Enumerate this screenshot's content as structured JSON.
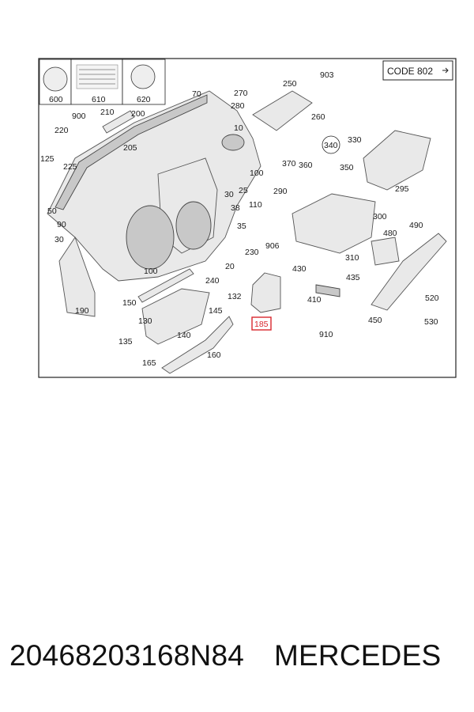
{
  "code_box": {
    "text": "CODE 802"
  },
  "labels": {
    "l600": "600",
    "l610": "610",
    "l620": "620",
    "l70": "70",
    "l270": "270",
    "l280": "280",
    "l250": "250",
    "l903": "903",
    "l260": "260",
    "l900": "900",
    "l210": "210",
    "l200": "200",
    "l220": "220",
    "l205": "205",
    "l125": "125",
    "l225": "225",
    "l10": "10",
    "l100a": "100",
    "l30a": "30",
    "l25": "25",
    "l110": "110",
    "l290": "290",
    "l370": "370",
    "l360": "360",
    "l340": "340",
    "l330": "330",
    "l350": "350",
    "l295": "295",
    "l50": "50",
    "l38": "38",
    "l300": "300",
    "l90": "90",
    "l35": "35",
    "l490": "490",
    "l30b": "30",
    "l906": "906",
    "l480": "480",
    "l230": "230",
    "l310": "310",
    "l100b": "100",
    "l20": "20",
    "l430": "430",
    "l240": "240",
    "l435": "435",
    "l150": "150",
    "l132": "132",
    "l410": "410",
    "l520": "520",
    "l190": "190",
    "l145": "145",
    "l185": "185",
    "l530": "530",
    "l130": "130",
    "l450": "450",
    "l140": "140",
    "l910": "910",
    "l135": "135",
    "l160": "160",
    "l165": "165"
  },
  "caption": {
    "part_number": "20468203168N84",
    "brand": "MERCEDES"
  },
  "colors": {
    "highlight": "#d9272e",
    "frame": "#222222"
  }
}
